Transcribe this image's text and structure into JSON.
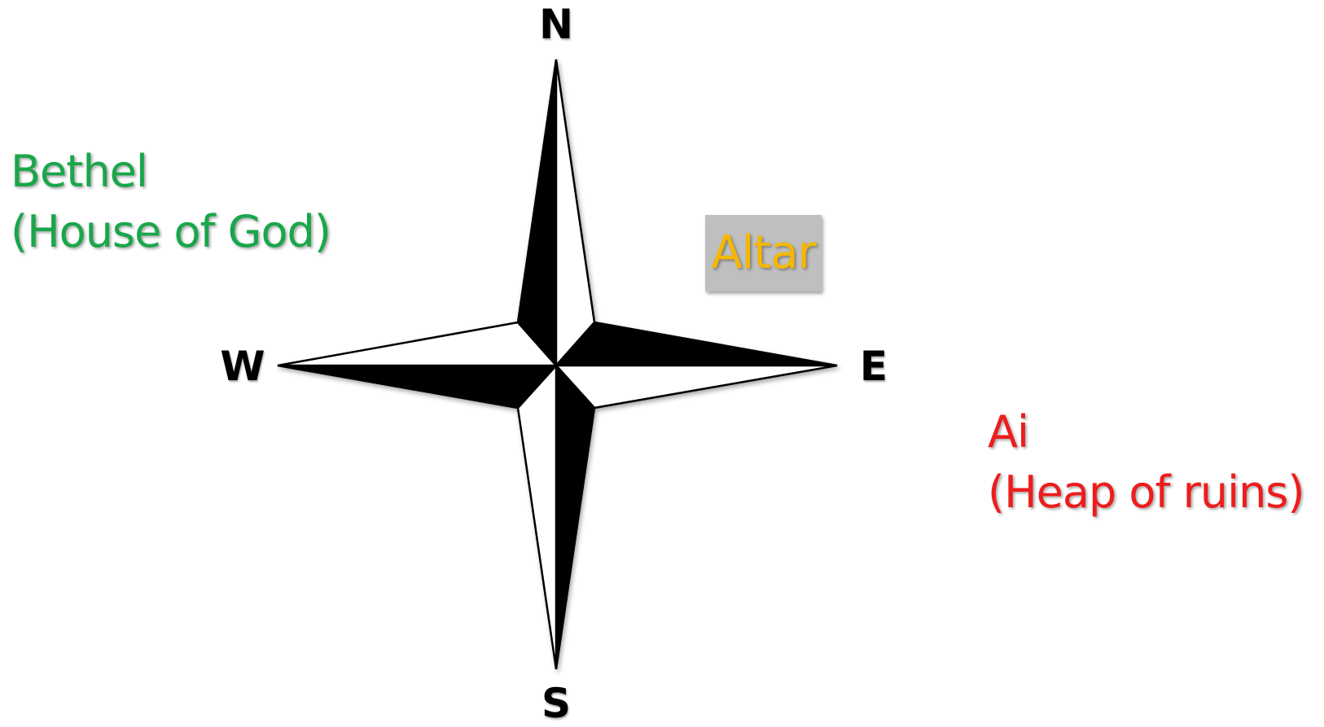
{
  "compass": {
    "north": "N",
    "south": "S",
    "west": "W",
    "east": "E"
  },
  "places": {
    "bethel": {
      "name": "Bethel",
      "meaning": "(House of God)",
      "color": "#1aa64a"
    },
    "altar": {
      "name": "Altar",
      "color": "#f5b800",
      "box_color": "#bfbfbf"
    },
    "ai": {
      "name": "Ai",
      "meaning": "(Heap of ruins)",
      "color": "#ee1c1c"
    }
  }
}
